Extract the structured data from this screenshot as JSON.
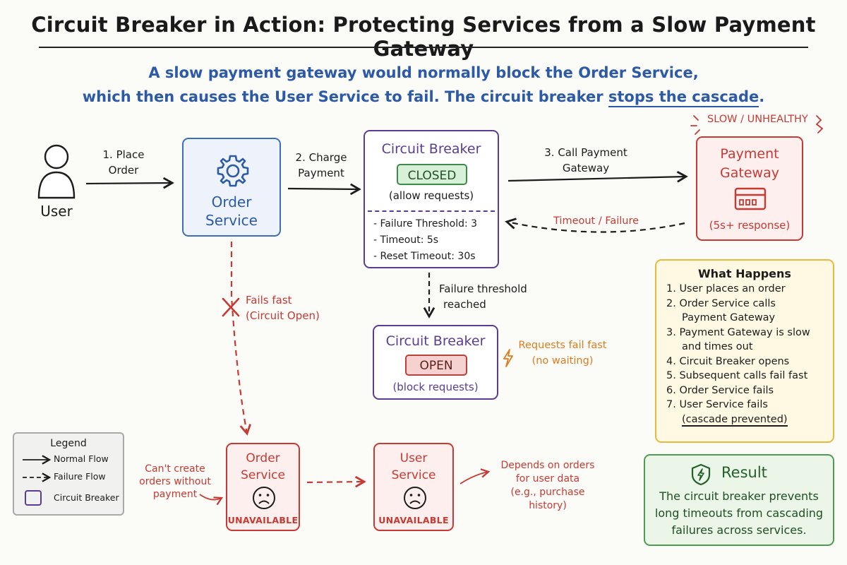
{
  "title": "Circuit Breaker in Action: Protecting Services from a Slow Payment Gateway",
  "subtitle": {
    "line1": "A slow payment gateway would normally block the Order Service,",
    "line2_prefix": "which then causes the User Service to fail. The circuit breaker ",
    "line2_emphasis": "stops the cascade",
    "line2_suffix": "."
  },
  "user": {
    "label": "User"
  },
  "steps": {
    "step1": [
      "1. Place",
      "Order"
    ],
    "step2": [
      "2. Charge",
      "Payment"
    ],
    "step3": [
      "3. Call Payment",
      "Gateway"
    ]
  },
  "order_service": {
    "name": [
      "Order",
      "Service"
    ]
  },
  "circuit_breaker_closed": {
    "name": "Circuit Breaker",
    "state": "CLOSED",
    "note": "(allow requests)",
    "config": [
      "- Failure Threshold: 3",
      "- Timeout: 5s",
      "- Reset Timeout: 30s"
    ]
  },
  "payment_gateway": {
    "status": "SLOW / UNHEALTHY",
    "name": [
      "Payment",
      "Gateway"
    ],
    "response": "(5s+ response)"
  },
  "timeout_label": "Timeout / Failure",
  "threshold_label": [
    "Failure threshold",
    "reached"
  ],
  "circuit_breaker_open": {
    "name": "Circuit Breaker",
    "state": "OPEN",
    "note": "(block requests)"
  },
  "fail_fast_note": [
    "Requests fail fast",
    "(no waiting)"
  ],
  "fails_fast_label": [
    "Fails fast",
    "(Circuit Open)"
  ],
  "order_down": {
    "name": [
      "Order",
      "Service"
    ],
    "status": "UNAVAILABLE"
  },
  "user_down": {
    "name": [
      "User",
      "Service"
    ],
    "status": "UNAVAILABLE"
  },
  "cant_create_note": [
    "Can't create",
    "orders without",
    "payment"
  ],
  "depends_note": [
    "Depends on orders",
    "for user data",
    "(e.g., purchase",
    "history)"
  ],
  "legend": {
    "title": "Legend",
    "items": [
      "Normal Flow",
      "Failure Flow",
      "Circuit Breaker"
    ]
  },
  "what_happens": {
    "title": "What Happens",
    "items": [
      [
        "1. User places an order"
      ],
      [
        "2. Order Service calls",
        "Payment Gateway"
      ],
      [
        "3. Payment Gateway is slow",
        "and times out"
      ],
      [
        "4. Circuit Breaker opens"
      ],
      [
        "5. Subsequent calls fail fast"
      ],
      [
        "6. Order Service fails"
      ],
      [
        "7. User Service fails"
      ]
    ],
    "prevented": "(cascade prevented)"
  },
  "result": {
    "title": "Result",
    "body": [
      "The circuit breaker prevents",
      "long timeouts from cascading",
      "failures across services."
    ]
  },
  "colors": {
    "blue": "#2c5aa6",
    "purple": "#5a3d91",
    "red": "#c73a33",
    "green": "#4f9b52",
    "yellow": "#e9b93c",
    "orange": "#e07b1d"
  },
  "icons": [
    "user-icon",
    "gear-icon",
    "credit-card-icon",
    "sad-face-icon",
    "lightning-icon",
    "shield-lightning-icon",
    "cross-icon"
  ]
}
